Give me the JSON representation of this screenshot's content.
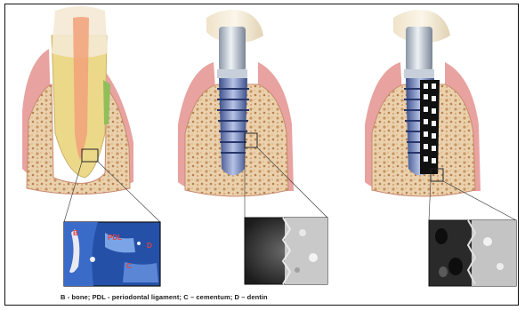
{
  "figure": {
    "caption": "B - bone; PDL - periodontal ligament; C – cementum; D – dentin",
    "micro_labels": {
      "b": "B",
      "pdl": "PDL",
      "c": "C",
      "d": "D"
    }
  },
  "colors": {
    "bone": "#e9c9a0",
    "gum": "#e8a3a0",
    "enamel": "#f4e9d4",
    "dentin": "#ecd889",
    "pulp": "#f1a27a",
    "histology_blue": "#2450a8",
    "implant_blue": "#6a7db8",
    "abutment": "#b7c3cf"
  }
}
